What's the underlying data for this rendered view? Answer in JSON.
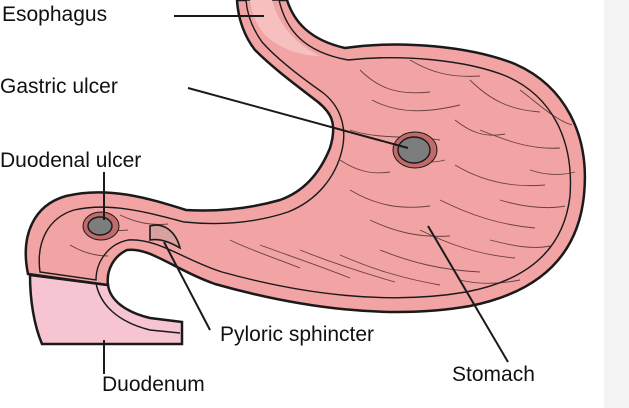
{
  "labels": {
    "esophagus": "Esophagus",
    "gastric_ulcer": "Gastric ulcer",
    "duodenal_ulcer": "Duodenal ulcer",
    "pyloric_sphincter": "Pyloric sphincter",
    "duodenum": "Duodenum",
    "stomach": "Stomach"
  },
  "colors": {
    "tissue_fill": "#f2a3a3",
    "lining_fill": "#f6c0c0",
    "duodenum_fill": "#f7c4d2",
    "outline": "#1a1a1a",
    "ulcer": "#7d7d7d",
    "background": "#ffffff"
  }
}
